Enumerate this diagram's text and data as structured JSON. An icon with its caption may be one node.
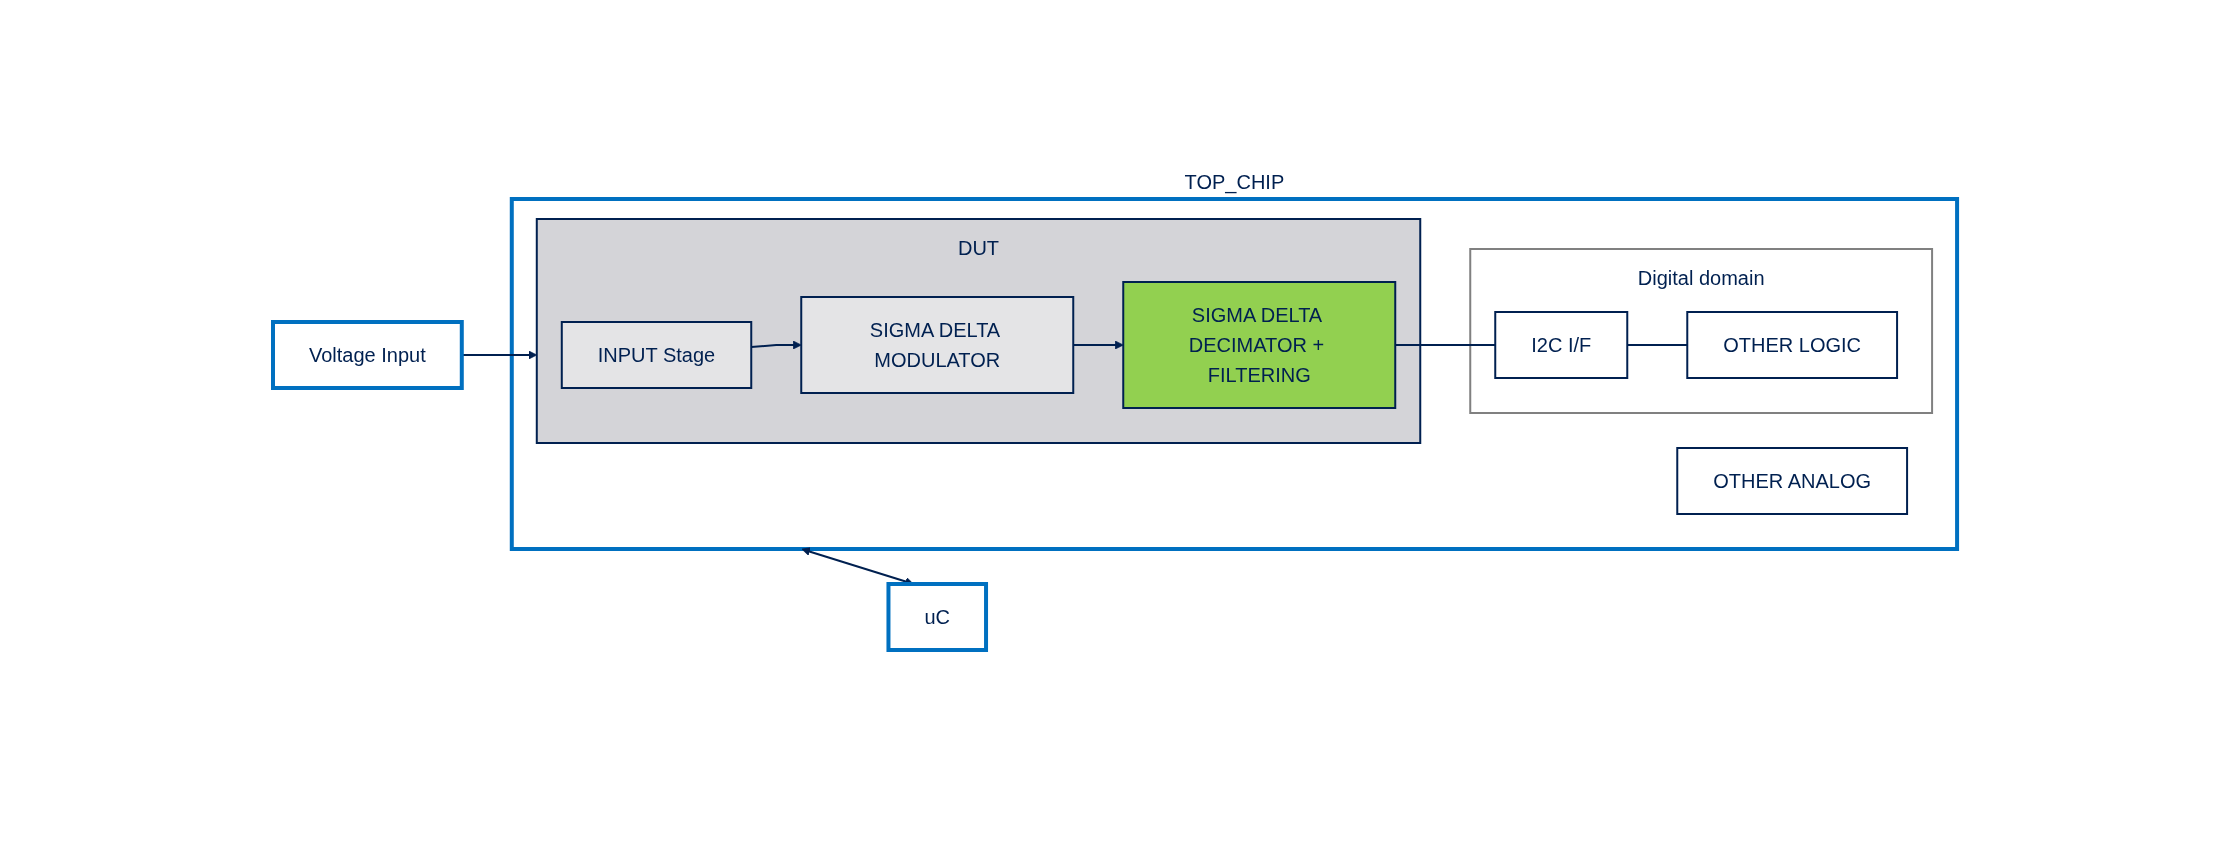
{
  "diagram": {
    "nodes": [
      {
        "text": [
          "Voltage Input"
        ]
      },
      {
        "text": [
          "TOP_CHIP"
        ]
      },
      {
        "text": [
          "Digital domain"
        ],
        "in": 1
      },
      {
        "text": [
          "DUT"
        ],
        "in": 1
      },
      {
        "text": [
          "INPUT Stage"
        ],
        "in": 3
      },
      {
        "text": [
          "SIGMA DELTA MODULATOR"
        ],
        "in": 3
      },
      {
        "text": [
          "SIGMA DELTA DECIMATOR + FILTERING"
        ],
        "in": 3
      },
      {
        "text": [
          "I2C I/F"
        ],
        "in": 2
      },
      {
        "text": [
          "OTHER ANALOG"
        ],
        "in": 1
      },
      {
        "text": [
          "OTHER LOGIC"
        ],
        "in": 2
      },
      {
        "text": [
          "uC"
        ]
      }
    ],
    "edges": [
      {
        "from": 0,
        "to": 3,
        "arrow": "to"
      },
      {
        "from": 4,
        "to": 5,
        "arrow": "to"
      },
      {
        "from": 5,
        "to": 6,
        "arrow": "to"
      },
      {
        "from": 6,
        "to": 7,
        "arrow": "none"
      },
      {
        "from": 7,
        "to": 9,
        "arrow": "none"
      },
      {
        "from": 1,
        "to": 10,
        "arrow": "both"
      }
    ]
  }
}
